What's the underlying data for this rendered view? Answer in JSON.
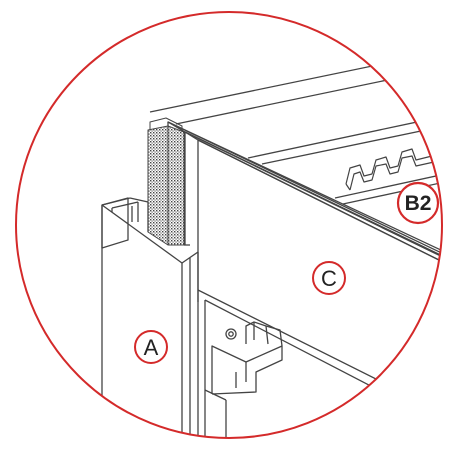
{
  "colors": {
    "background": "#ffffff",
    "callout_circle": "#d42a2a",
    "line": "#444444",
    "hatch": "#555555"
  },
  "parts": {
    "a": {
      "label": "A"
    },
    "b2": {
      "label": "B2"
    },
    "c": {
      "label": "C"
    }
  }
}
